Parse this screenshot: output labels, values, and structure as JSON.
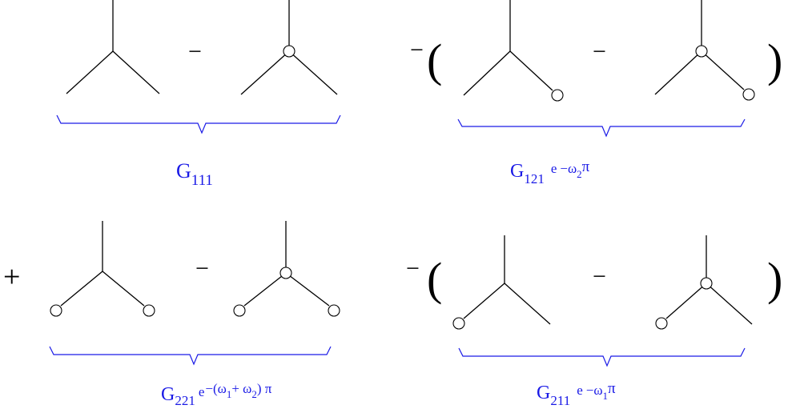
{
  "operators": {
    "minus": "−",
    "plus": "+",
    "lparen": "(",
    "rparen": ")"
  },
  "labels": {
    "g111": {
      "base": "G",
      "sub": "111",
      "exp_prefix": "",
      "exp_sub1": "",
      "exp_mid": "",
      "exp_sub2": "",
      "exp_tail": ""
    },
    "g121": {
      "base": "G",
      "sub": "121",
      "exp_base": "e",
      "exp_prefix": "−ω",
      "exp_sub1": "2",
      "exp_tail": "π"
    },
    "g221": {
      "base": "G",
      "sub": "221",
      "exp_base": "e",
      "exp_prefix": "−(ω",
      "exp_sub1": "1",
      "exp_mid": "+ ω",
      "exp_sub2": "2",
      "exp_tail": ") π"
    },
    "g211": {
      "base": "G",
      "sub": "211",
      "exp_base": "e",
      "exp_prefix": "−ω",
      "exp_sub1": "1",
      "exp_tail": "π"
    }
  },
  "colors": {
    "ink": "#000000",
    "annotation": "#1a1ae6"
  }
}
